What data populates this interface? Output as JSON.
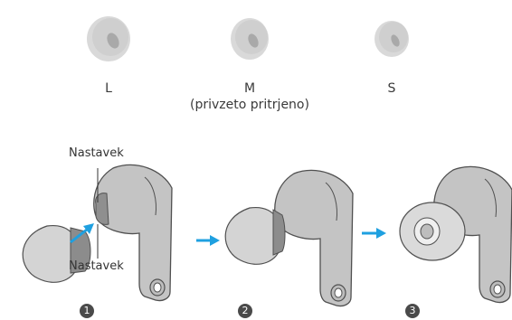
{
  "colors": {
    "tip_fill": "#d6d6d6",
    "tip_shadow": "#bdbdbd",
    "earbud_fill": "#c4c4c4",
    "earbud_dark": "#9a9a9a",
    "outline": "#505050",
    "arrow": "#1fa0e0",
    "badge": "#4a4a4a"
  },
  "tips": [
    {
      "size": "L",
      "note": ""
    },
    {
      "size": "M",
      "note": "(privzeto pritrjeno)"
    },
    {
      "size": "S",
      "note": ""
    }
  ],
  "callouts": {
    "top": "Nastavek",
    "bottom": "Nastavek"
  },
  "steps": [
    "1",
    "2",
    "3"
  ],
  "icons": {
    "arrow": "arrow-right-icon",
    "tip": "ear-tip-icon",
    "earbud": "earbud-icon"
  }
}
